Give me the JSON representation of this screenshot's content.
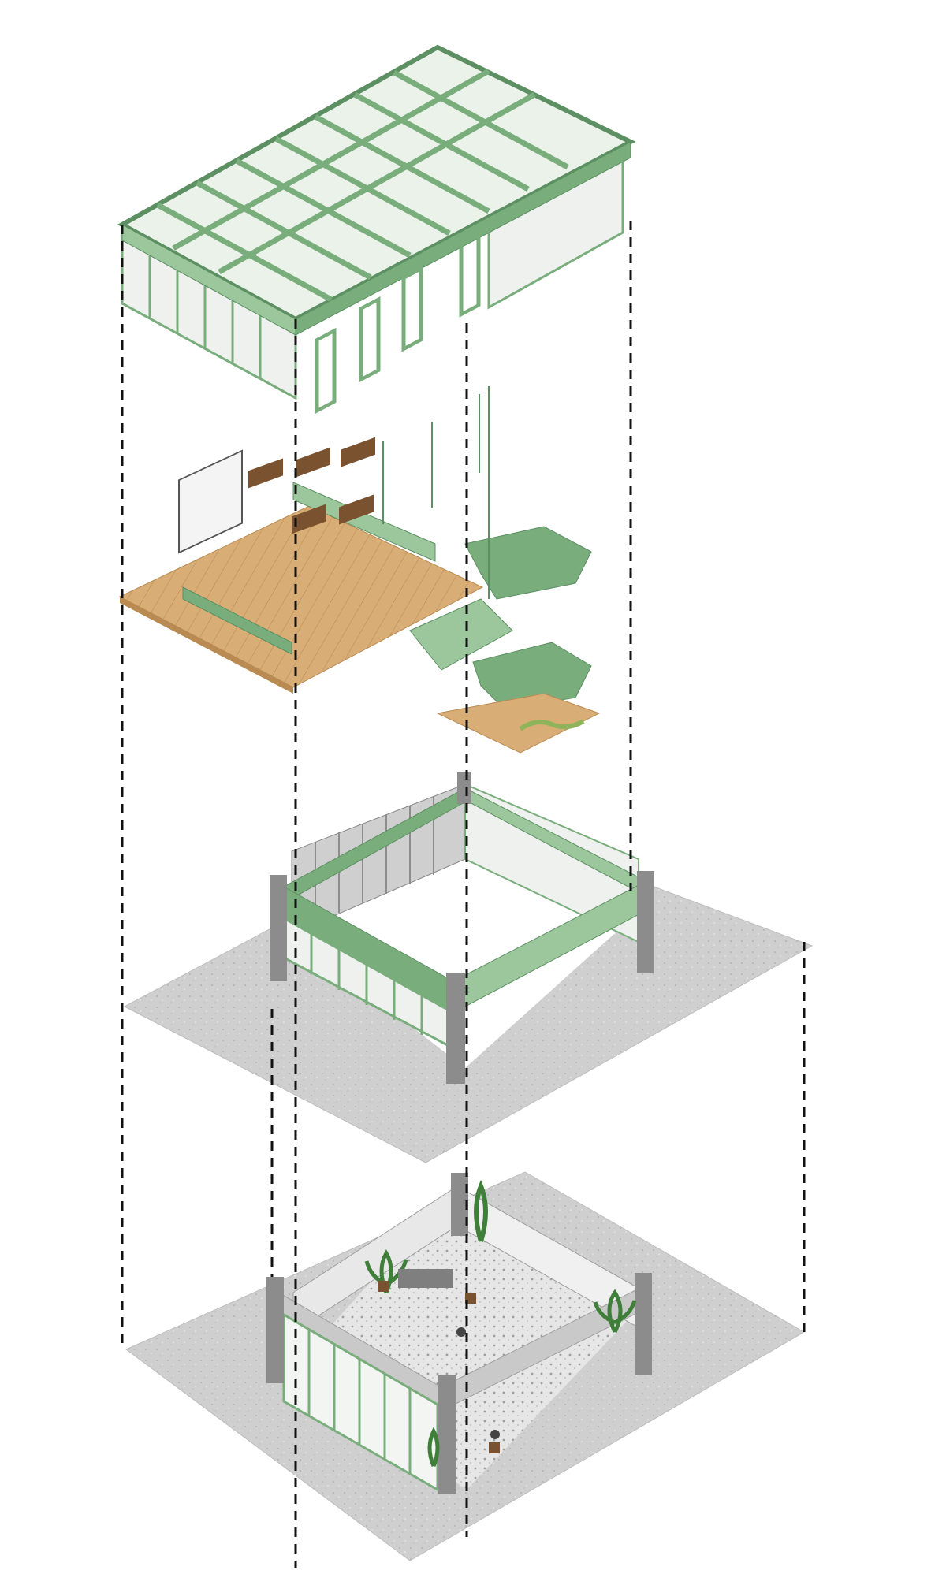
{
  "diagram": {
    "kind": "exploded-axonometric",
    "layers": [
      {
        "id": "roof",
        "name": "roof-frame"
      },
      {
        "id": "mezzanine",
        "name": "mezzanine-deck"
      },
      {
        "id": "upper-walls",
        "name": "upper-enclosure"
      },
      {
        "id": "ground",
        "name": "ground-floor"
      }
    ],
    "colors": {
      "frame_green": "#79ad7c",
      "frame_green_dark": "#5c8f62",
      "frame_green_light": "#9cc79c",
      "glass": "#eef1ee",
      "wood": "#d9ae76",
      "wood_dark": "#b98a52",
      "concrete": "#d2d2d2",
      "concrete_dark": "#a9a9a9",
      "pillar": "#8c8c8c",
      "furniture": "#7a5230",
      "guide_line": "#111111"
    }
  }
}
